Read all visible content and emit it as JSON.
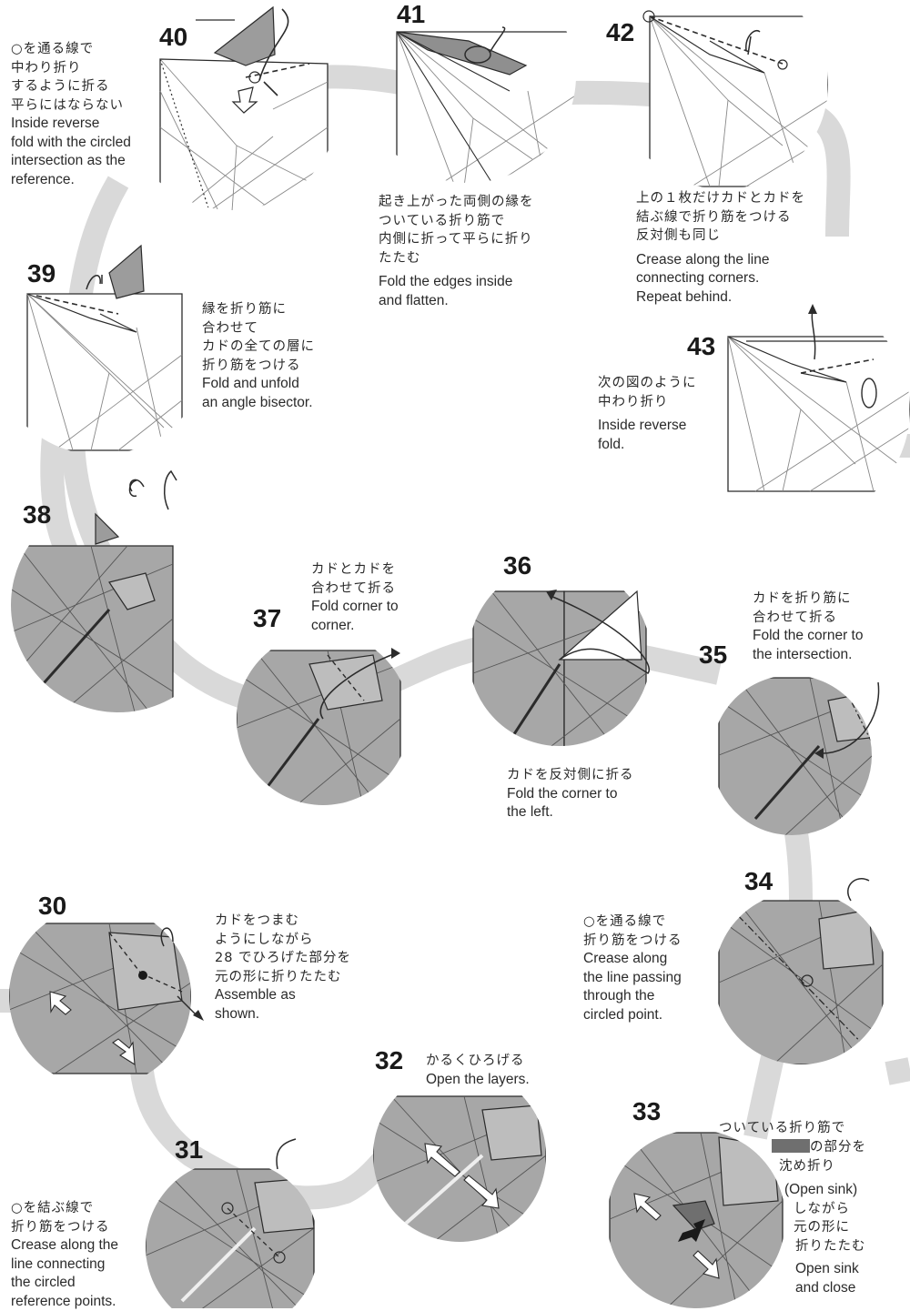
{
  "steps": {
    "s40": {
      "num": "40",
      "jp": [
        "○を通る線で",
        "中わり折り",
        "するように折る",
        "平らにはならない"
      ],
      "en": [
        "Inside reverse",
        "fold with the circled",
        "intersection as the",
        "reference."
      ]
    },
    "s41": {
      "num": "41",
      "jp": [
        "起き上がった両側の縁を",
        "ついている折り筋で",
        "内側に折って平らに折り",
        "たたむ"
      ],
      "en": [
        "Fold the edges inside",
        "and flatten."
      ]
    },
    "s42": {
      "num": "42",
      "jp": [
        "上の１枚だけカドとカドを",
        "結ぶ線で折り筋をつける",
        "反対側も同じ"
      ],
      "en": [
        "Crease along the line",
        "connecting corners.",
        "Repeat behind."
      ]
    },
    "s43": {
      "num": "43",
      "jp": [
        "次の図のように",
        "中わり折り"
      ],
      "en": [
        "Inside reverse",
        "fold."
      ]
    },
    "s39": {
      "num": "39",
      "jp": [
        "縁を折り筋に",
        "合わせて",
        "カドの全ての層に",
        "折り筋をつける"
      ],
      "en": [
        "Fold and unfold",
        "an angle bisector."
      ]
    },
    "s38": {
      "num": "38"
    },
    "s37": {
      "num": "37",
      "jp": [
        "カドとカドを",
        "合わせて折る"
      ],
      "en": [
        "Fold corner to",
        "corner."
      ]
    },
    "s36": {
      "num": "36",
      "jp": [
        "カドを反対側に折る"
      ],
      "en": [
        "Fold the corner to",
        "the left."
      ]
    },
    "s35": {
      "num": "35",
      "jp": [
        "カドを折り筋に",
        "合わせて折る"
      ],
      "en": [
        "Fold the corner to",
        "the intersection."
      ]
    },
    "s34": {
      "num": "34",
      "jp": [
        "○を通る線で",
        "折り筋をつける"
      ],
      "en": [
        "Crease along",
        "the line passing",
        "through the",
        "circled point."
      ]
    },
    "s30": {
      "num": "30",
      "jp": [
        "カドをつまむ",
        "ようにしながら",
        "28 でひろげた部分を",
        "元の形に折りたたむ"
      ],
      "en": [
        "Assemble as",
        "shown."
      ]
    },
    "s32": {
      "num": "32",
      "jp": [
        "かるくひろげる"
      ],
      "en": [
        "Open the layers."
      ]
    },
    "s33": {
      "num": "33",
      "jp_a": "ついている折り筋で",
      "jp_b": "の部分を",
      "jp_c": "沈め折り",
      "jp_d": "(Open sink)",
      "jp_e": [
        "しながら",
        "元の形に",
        "折りたたむ"
      ],
      "en": [
        "Open sink",
        "and close"
      ]
    },
    "s31": {
      "num": "31",
      "jp": [
        "○を結ぶ線で",
        "折り筋をつける"
      ],
      "en": [
        "Crease along the",
        "line connecting",
        "the circled",
        "reference points."
      ]
    }
  },
  "colors": {
    "paper_colored": "#a7a7a7",
    "paper_white": "#ffffff",
    "path_band": "#d9d9d9",
    "line": "#2b2b2b",
    "sink_region": "#6f6f6f"
  }
}
